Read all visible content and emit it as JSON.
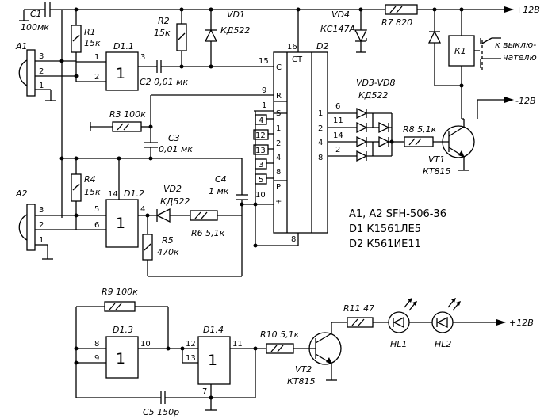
{
  "labels": {
    "c1": "C1",
    "c1v": "100мк",
    "r1": "R1",
    "r1v": "15к",
    "d11": "D1.1",
    "r2": "R2",
    "r2v": "15к",
    "vd1": "VD1",
    "vd1v": "КД522",
    "vd4": "VD4",
    "vd4v": "КС147А",
    "r7": "R7 820",
    "plus12_top": "+12В",
    "d2": "D2",
    "k1": "К1",
    "switch": "к выклю-\nчателю",
    "minus12": "-12В",
    "a1": "А1",
    "c2": "С2 0,01 мк",
    "vd38": "VD3-VD8",
    "vd38v": "КД522",
    "r3": "R3 100к",
    "c3": "С3",
    "c3v": "0,01 мк",
    "r8": "R8 5,1к",
    "vt1": "VT1",
    "vt1v": "КТ815",
    "r4": "R4",
    "r4v": "15к",
    "d12": "D1.2",
    "vd2": "VD2",
    "vd2v": "КД522",
    "c4": "С4",
    "c4v": "1 мк",
    "a2": "А2",
    "r5": "R5",
    "r5v": "470к",
    "r6": "R6 5,1к",
    "r9": "R9 100к",
    "d13": "D1.3",
    "d14": "D1.4",
    "r10": "R10 5,1к",
    "r11": "R11 47",
    "vt2": "VT2",
    "vt2v": "КТ815",
    "hl1": "HL1",
    "hl2": "HL2",
    "plus12_bot": "+12В",
    "c5": "С5  150р",
    "one": "1",
    "d2_c": "C",
    "d2_r": "R",
    "d2_s": "S",
    "d2_p": "P",
    "d2_pm": "±",
    "d2_ct": "СТ",
    "d2_i1": "1",
    "d2_i2": "2",
    "d2_i4": "4",
    "d2_i8": "8",
    "d2_o1": "1",
    "d2_o2": "2",
    "d2_o4": "4",
    "d2_o8": "8"
  },
  "pins": {
    "p3": "3",
    "p2": "2",
    "p1": "1",
    "p9": "9",
    "p15": "15",
    "p16": "16",
    "p4": "4",
    "p12": "12",
    "p13": "13",
    "p10": "10",
    "p8": "8",
    "p6": "6",
    "p11": "11",
    "p14": "14",
    "p5": "5",
    "p7": "7"
  },
  "legend": [
    "А1, А2 SFH-506-36",
    "D1 К1561ЛЕ5",
    "D2 К561ИЕ11"
  ]
}
